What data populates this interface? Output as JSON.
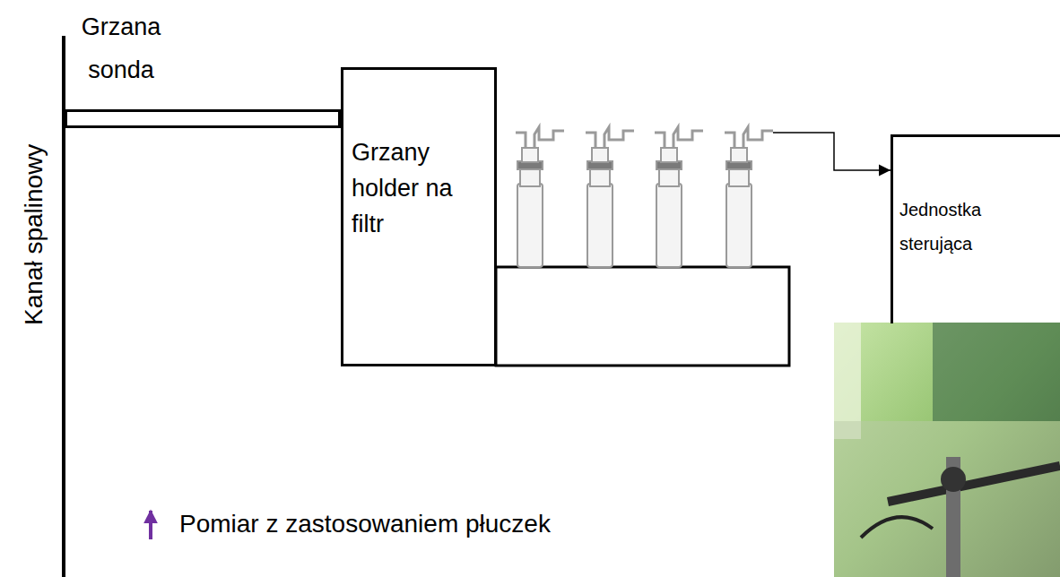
{
  "diagram": {
    "nodes": [
      {
        "text": [
          "Grzana sonda"
        ]
      },
      {
        "text": [
          "Grzany holder na filtr"
        ]
      },
      {
        "text": [
          "Jednostka sterująca"
        ]
      }
    ],
    "labels": [
      "Kanał spalinowy",
      "Pomiar z zastosowaniem płuczek"
    ]
  }
}
